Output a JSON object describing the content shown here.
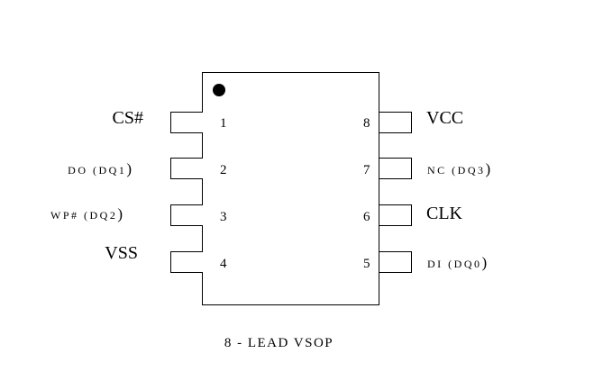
{
  "pins": {
    "p1": {
      "number": "1",
      "label": "CS#"
    },
    "p2": {
      "number": "2",
      "label_main": "DO (DQ1",
      "label_paren": ")"
    },
    "p3": {
      "number": "3",
      "label_main": "WP# (DQ2",
      "label_paren": ")"
    },
    "p4": {
      "number": "4",
      "label": "VSS"
    },
    "p5": {
      "number": "5",
      "label_main": "DI (DQ0",
      "label_paren": ")"
    },
    "p6": {
      "number": "6",
      "label": "CLK"
    },
    "p7": {
      "number": "7",
      "label_main": "NC (DQ3",
      "label_paren": ")"
    },
    "p8": {
      "number": "8",
      "label": "VCC"
    }
  },
  "caption": "8 - LEAD VSOP"
}
